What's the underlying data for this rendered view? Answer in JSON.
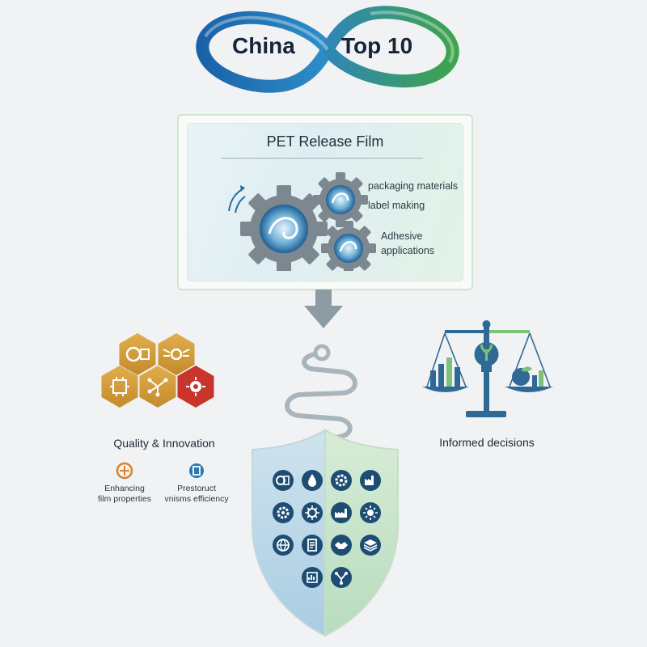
{
  "logo": {
    "left_word": "China",
    "right_word": "Top 10"
  },
  "panel": {
    "title": "PET Release Film",
    "items": [
      "packaging materials",
      "label making",
      "Adhesive",
      "applications"
    ]
  },
  "left_section": {
    "title": "Quality & Innovation",
    "sub": [
      {
        "line1": "Enhancing",
        "line2": "film properties",
        "icon": "gear-badge-icon"
      },
      {
        "line1": "Prestoruct",
        "line2": "vnisms efficiency",
        "icon": "process-icon"
      }
    ],
    "hex_icons": [
      "film-roll-icon",
      "winged-gear-icon",
      "circuit-icon",
      "network-icon",
      "virus-icon"
    ]
  },
  "right_section": {
    "title": "Informed decisions",
    "icon": "balance-scale-icon"
  },
  "shield": {
    "icons": [
      "film-roll-icon",
      "droplet-icon",
      "gear-icon",
      "factory-icon",
      "gear-icon",
      "sun-gear-icon",
      "factory-icon",
      "sun-icon",
      "globe-icon",
      "document-icon",
      "handshake-icon",
      "layers-icon",
      "chart-icon",
      "network-icon"
    ]
  },
  "colors": {
    "accent_blue": "#1f6fa8",
    "accent_green": "#5bb06a",
    "gold": "#d09a36",
    "red": "#c8352c"
  }
}
